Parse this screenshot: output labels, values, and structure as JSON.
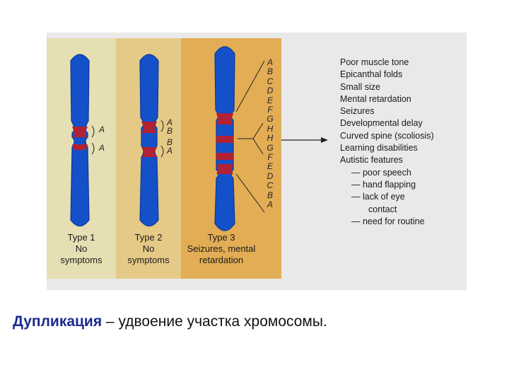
{
  "panels": [
    {
      "type_label": "Type 1",
      "description": "No\nsymptoms",
      "bg": "#e5dfb3",
      "letters": [
        "A",
        "A"
      ]
    },
    {
      "type_label": "Type 2",
      "description": "No\nsymptoms",
      "bg": "#e5c987",
      "letters": [
        "A",
        "B",
        "B",
        "A"
      ]
    },
    {
      "type_label": "Type 3",
      "description": "Seizures, mental\nretardation",
      "bg": "#e3ad55",
      "letters": [
        "A",
        "B",
        "C",
        "D",
        "E",
        "F",
        "G",
        "H",
        "H",
        "G",
        "F",
        "E",
        "D",
        "C",
        "B",
        "A"
      ]
    }
  ],
  "symptoms": {
    "items": [
      "Poor muscle tone",
      "Epicanthal folds",
      "Small size",
      "Mental retardation",
      "Seizures",
      "Developmental delay",
      "Curved spine (scoliosis)",
      "Learning disabilities",
      "Autistic features"
    ],
    "sub_items": [
      "— poor speech",
      "— hand flapping",
      "— lack of eye",
      "contact",
      "— need for routine"
    ]
  },
  "caption": {
    "bold": "Дупликация",
    "rest": " – удвоение участка хромосомы."
  },
  "colors": {
    "chromosome": "#1450c8",
    "chromosome_dark": "#0b3a98",
    "band": "#b22234",
    "figure_bg": "#e9e9ea"
  }
}
